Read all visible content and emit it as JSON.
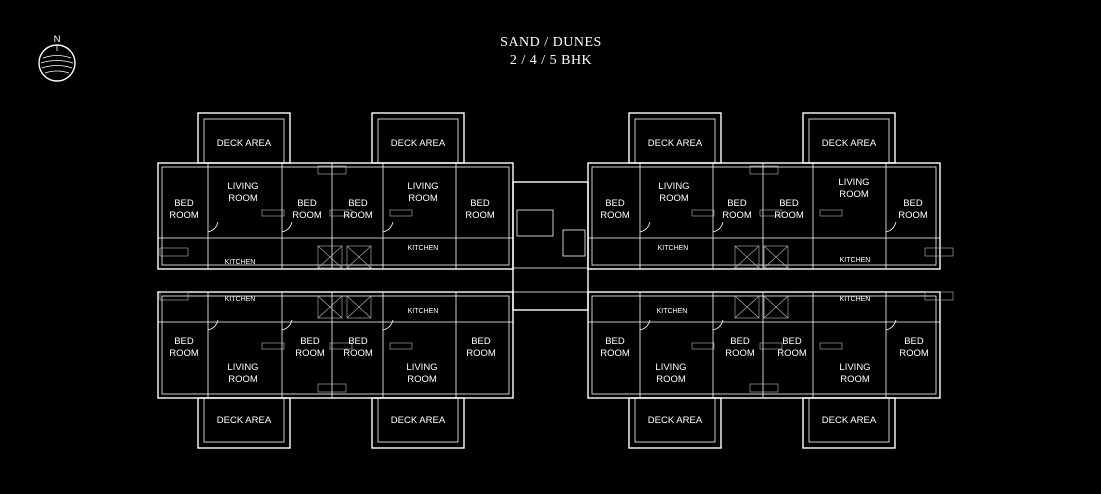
{
  "title": {
    "line1": "SAND / DUNES",
    "line2": "2 / 4 / 5 BHK"
  },
  "compass": {
    "letter": "N",
    "icon": "north-compass-icon"
  },
  "labels": {
    "deck": "DECK AREA",
    "living1": "LIVING",
    "living2": "ROOM",
    "bed1": "BED",
    "bed2": "ROOM",
    "kitchen": "KITCHEN"
  },
  "colors": {
    "background": "#000000",
    "lines": "#ffffff"
  }
}
